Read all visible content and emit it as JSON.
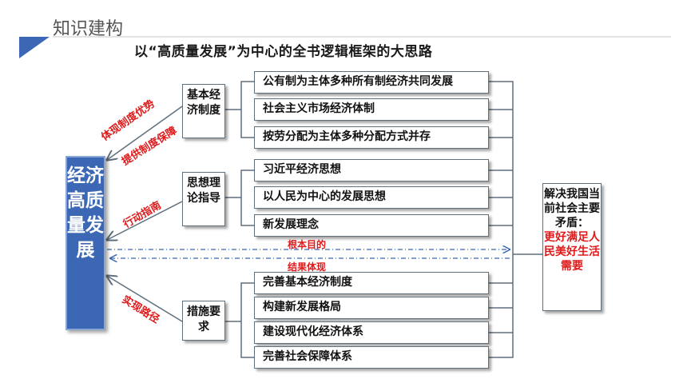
{
  "header": {
    "title": "知识建构",
    "accent_color": "#3b67b4"
  },
  "diagram": {
    "title": "以“高质量发展”为中心的全书逻辑框架的大思路",
    "center": "经济高质量发展",
    "categories": [
      {
        "label": "基本经济制度",
        "items": [
          "公有制为主体多种所有制经济共同发展",
          "社会主义市场经济体制",
          "按劳分配为主体多种分配方式并存"
        ]
      },
      {
        "label": "思想理论指导",
        "items": [
          "习近平经济思想",
          "以人民为中心的发展思想",
          "新发展理念"
        ]
      },
      {
        "label": "措施要求",
        "items": [
          "完善基本经济制度",
          "构建新发展格局",
          "建设现代化经济体系",
          "完善社会保障体系"
        ]
      }
    ],
    "links": {
      "l1": "体现制度优势",
      "l2": "提供制度保障",
      "l3": "行动指南",
      "l4": "实现路径",
      "l5": "根本目的",
      "l6": "结果体现"
    },
    "right": {
      "line1": "解决我国当前社会主要矛盾：",
      "line2": "更好满足人民美好生活需要"
    }
  }
}
